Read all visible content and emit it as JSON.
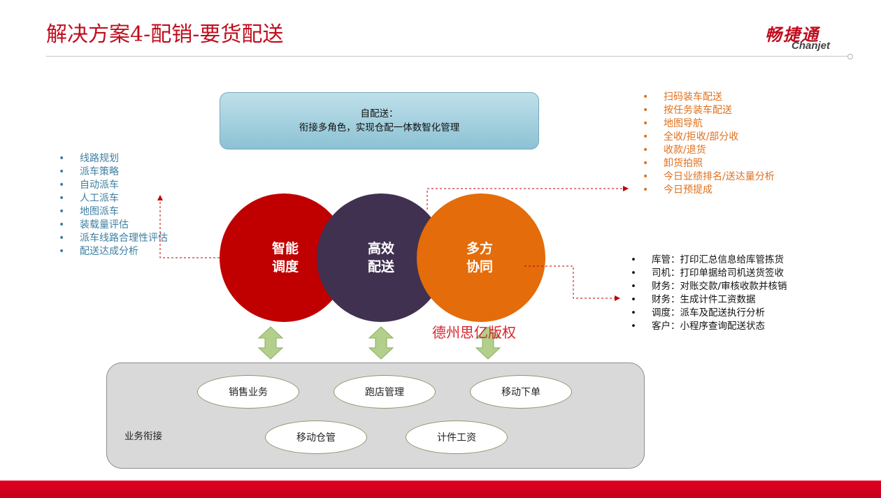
{
  "header": {
    "title": "解决方案4-配销-要货配送",
    "logo_cn": "畅捷通",
    "logo_en": "Chanjet"
  },
  "top_box": {
    "line1": "自配送：",
    "line2": "衔接多角色，实现仓配一体数智化管理"
  },
  "left_list": [
    "线路规划",
    "派车策略",
    "自动派车",
    "人工派车",
    "地图派车",
    "装载量评估",
    "派车线路合理性评估",
    "配送达成分析"
  ],
  "right_top_list": [
    "扫码装车配送",
    "按任务装车配送",
    "地图导航",
    "全收/拒收/部分收",
    "收款/退货",
    "卸货拍照",
    "今日业绩排名/送达量分析",
    "今日预提成"
  ],
  "right_mid_list": [
    "库管：打印汇总信息给库管拣货",
    "司机：打印单据给司机送货签收",
    "财务：对账交款/审核收款并核销",
    "财务：生成计件工资数据",
    "调度：派车及配送执行分析",
    "客户：小程序查询配送状态"
  ],
  "circles": {
    "c1": {
      "line1": "智能",
      "line2": "调度",
      "color": "#c00000"
    },
    "c2": {
      "line1": "高效",
      "line2": "配送",
      "color": "#403151"
    },
    "c3": {
      "line1": "多方",
      "line2": "协同",
      "color": "#e46c0a"
    }
  },
  "watermark": "德州思亿版权",
  "bottom_panel": {
    "label": "业务衔接",
    "pills": [
      "销售业务",
      "跑店管理",
      "移动下单",
      "移动仓管",
      "计件工资"
    ]
  },
  "colors": {
    "brand_red": "#c00d1e",
    "arrow_green": "#b2cf8c",
    "connector_red": "#c00000"
  }
}
